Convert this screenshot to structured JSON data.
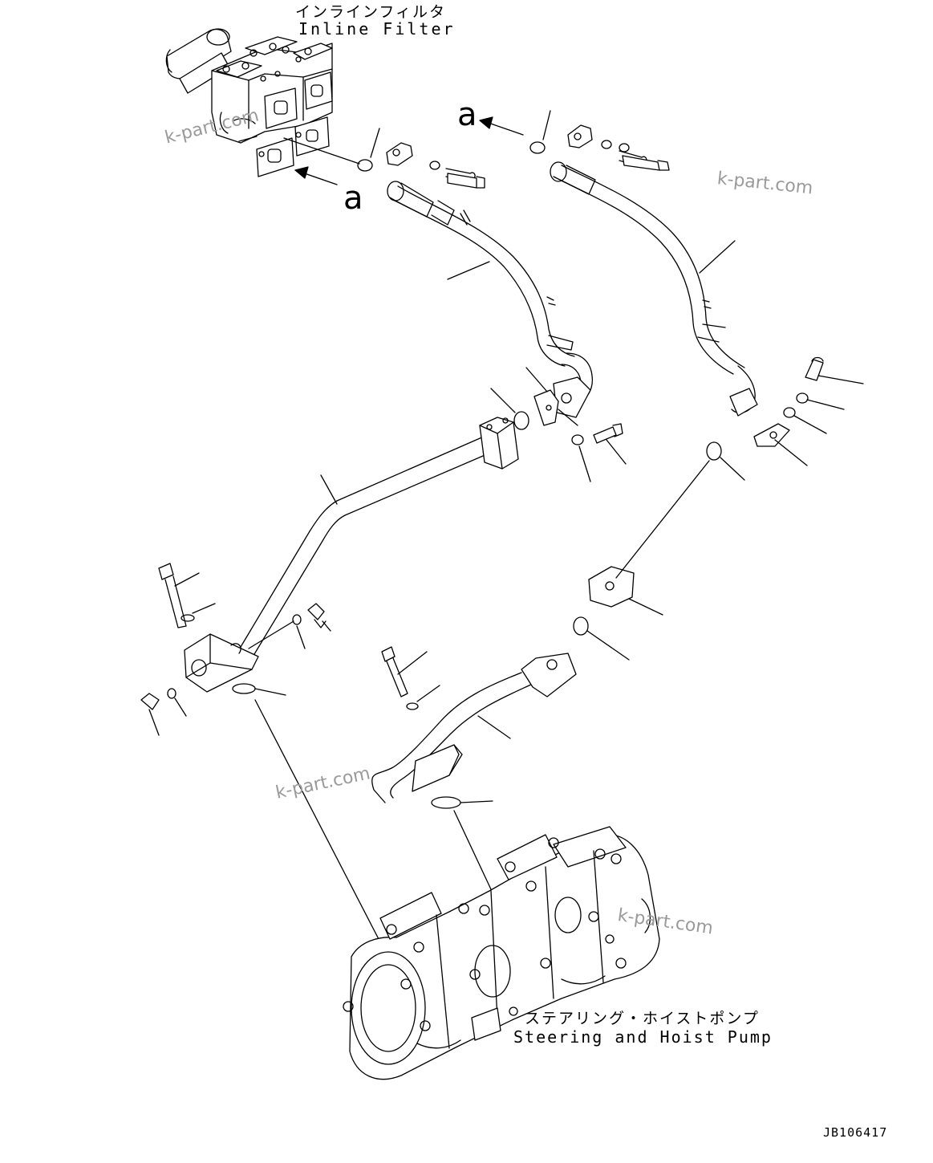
{
  "labels": {
    "inline_filter_jp": "インラインフィルタ",
    "inline_filter_en": "Inline Filter",
    "pump_jp": "ステアリング・ホイストポンプ",
    "pump_en": "Steering and Hoist Pump",
    "view_arrow_top": "a",
    "view_arrow_left": "a",
    "drawing_code": "JB106417"
  },
  "watermarks": [
    "k-part.com",
    "k-part.com",
    "k-part.com",
    "k-part.com"
  ],
  "colors": {
    "line": "#000000",
    "watermark": "#9a9a9a",
    "background": "#ffffff"
  }
}
